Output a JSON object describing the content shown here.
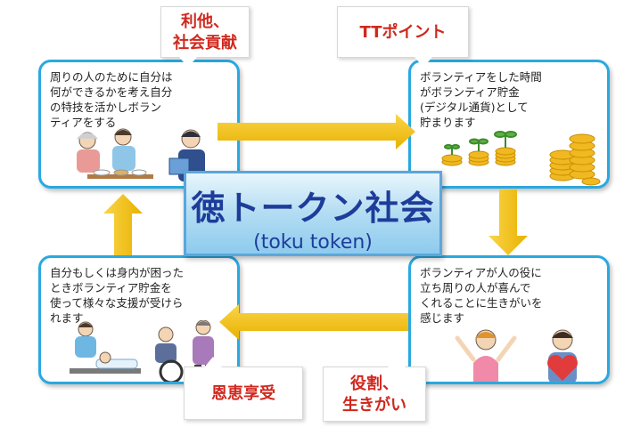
{
  "center": {
    "title": "徳トークン社会",
    "subtitle": "(toku token)"
  },
  "callouts": {
    "top_left": [
      "利他、",
      "社会貢献"
    ],
    "top_right": "TTポイント",
    "bottom_left": "恩恵享受",
    "bottom_right": [
      "役割、",
      "生きがい"
    ]
  },
  "cards": {
    "top_left": [
      "周りの人のために自分は",
      "何ができるかを考え自分",
      "の特技を活かしボラン",
      "ティアをする"
    ],
    "top_right": [
      "ボランティアをした時間",
      "がボランティア貯金",
      "(デジタル通貨)として",
      "貯まります"
    ],
    "bottom_left": [
      "自分もしくは身内が困った",
      "ときボランティア貯金を",
      "使って様々な支援が受けら",
      "れます"
    ],
    "bottom_right": [
      "ボランティアが人の役に",
      "立ち周りの人が喜んで",
      "くれることに生きがいを",
      "感じます"
    ]
  },
  "colors": {
    "card_border": "#29a9e1",
    "arrow": "#f5c518",
    "callout_text": "#d0281e",
    "center_text": "#1e3c9a",
    "coin": "#f0b921"
  },
  "icons": {
    "top_left": "volunteers-feeding-elderly-illustration",
    "top_right": "coin-stacks-sprouts-illustration",
    "bottom_left": "caregivers-wheelchair-illustration",
    "bottom_right": "cheering-people-heart-illustration"
  }
}
